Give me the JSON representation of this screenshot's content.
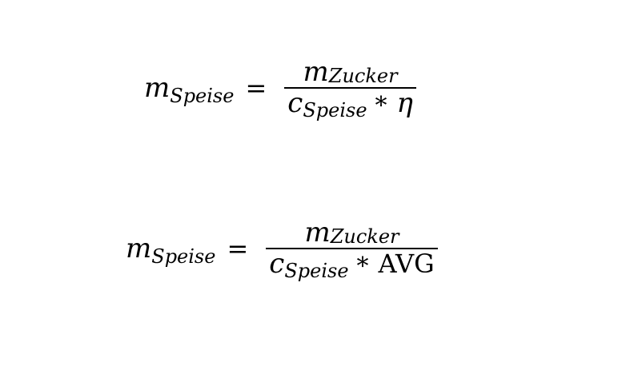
{
  "formulas": [
    {
      "lhs": {
        "var": "m",
        "sub": "Speise"
      },
      "equals": "=",
      "numerator": {
        "var": "m",
        "sub": "Zucker"
      },
      "denominator": {
        "var": "c",
        "sub": "Speise",
        "op": "*",
        "factor": "η"
      }
    },
    {
      "lhs": {
        "var": "m",
        "sub": "Speise"
      },
      "equals": "=",
      "numerator": {
        "var": "m",
        "sub": "Zucker"
      },
      "denominator": {
        "var": "c",
        "sub": "Speise",
        "op": "*",
        "factor": "AVG"
      }
    }
  ]
}
